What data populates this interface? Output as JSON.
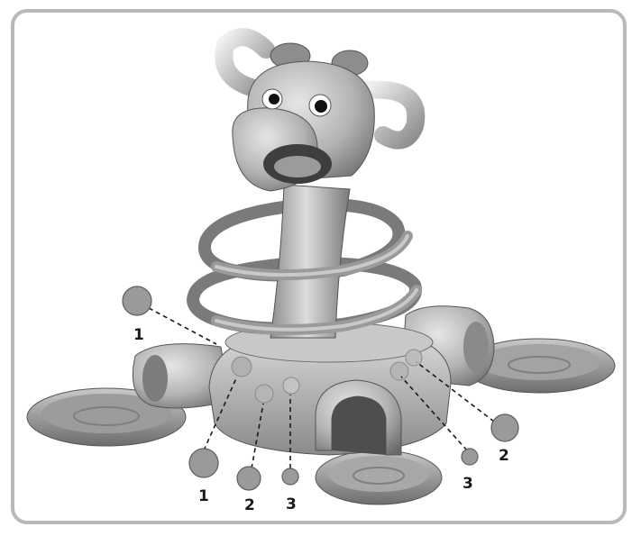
{
  "colors": {
    "frame": "#b9b9b9",
    "toy_light": "#d4d4d4",
    "toy_mid": "#a9a9a9",
    "toy_dark": "#6f6f6f",
    "marker": "#9a9a9a"
  },
  "callouts": [
    {
      "id": "left-upper",
      "label": "1"
    },
    {
      "id": "bottom-left",
      "label": "1"
    },
    {
      "id": "bottom-center-left",
      "label": "2"
    },
    {
      "id": "bottom-center",
      "label": "3"
    },
    {
      "id": "right-lower",
      "label": "3"
    },
    {
      "id": "right-upper",
      "label": "2"
    }
  ]
}
